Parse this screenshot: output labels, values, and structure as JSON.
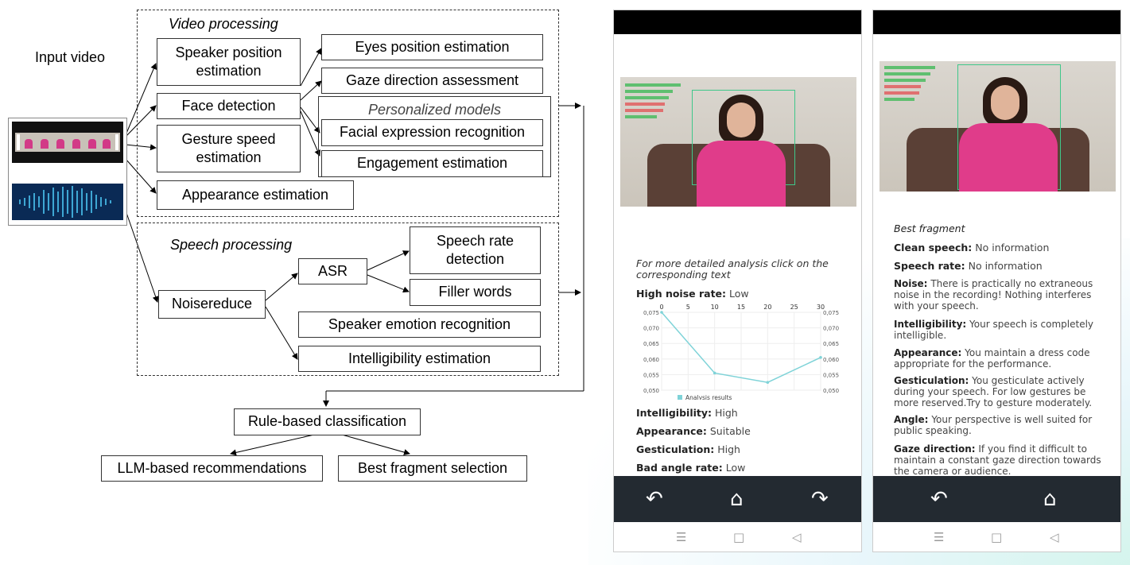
{
  "diagram": {
    "input_video_label": "Input video",
    "video_section": {
      "title": "Video processing",
      "speaker_position": "Speaker position estimation",
      "face_detection": "Face detection",
      "gesture_speed": "Gesture speed estimation",
      "appearance": "Appearance estimation",
      "eyes_position": "Eyes position estimation",
      "gaze_direction": "Gaze direction assessment",
      "personalized_models": "Personalized models",
      "facial_expression": "Facial expression recognition",
      "engagement": "Engagement estimation"
    },
    "speech_section": {
      "title": "Speech processing",
      "noisereduce": "Noisereduce",
      "asr": "ASR",
      "speech_rate": "Speech rate detection",
      "filler_words": "Filler words",
      "speaker_emotion": "Speaker emotion recognition",
      "intelligibility": "Intelligibility estimation"
    },
    "rule_based": "Rule-based classification",
    "llm_recommendations": "LLM-based recommendations",
    "best_fragment_selection": "Best fragment selection"
  },
  "phone1": {
    "prompt": "For more detailed analysis click on the corresponding text",
    "noise_label": "High noise rate:",
    "noise_value": "Low",
    "x_ticks": [
      "0",
      "5",
      "10",
      "15",
      "20",
      "25",
      "30"
    ],
    "y_ticks": [
      "0,075",
      "0,070",
      "0,065",
      "0,060",
      "0,055",
      "0,050"
    ],
    "legend": "Analysis results",
    "intelligibility_label": "Intelligibility:",
    "intelligibility_value": "High",
    "appearance_label": "Appearance:",
    "appearance_value": "Suitable",
    "gesticulation_label": "Gesticulation:",
    "gesticulation_value": "High",
    "angle_label": "Bad angle rate:",
    "angle_value": "Low",
    "nav_back": "↶",
    "nav_home": "⌂",
    "nav_forward": "↷"
  },
  "phone2": {
    "heading": "Best fragment",
    "clean_label": "Clean speech:",
    "clean_value": "No information",
    "rate_label": "Speech rate:",
    "rate_value": "No information",
    "noise_label": "Noise:",
    "noise_value": "There is practically no extraneous noise in the recording! Nothing interferes with your speech.",
    "intel_label": "Intelligibility:",
    "intel_value": "Your speech is completely intelligible.",
    "appearance_label": "Appearance:",
    "appearance_value": "You maintain a dress code appropriate for the performance.",
    "gest_label": "Gesticulation:",
    "gest_value": "You gesticulate actively during your speech. For low gestures be more reserved.Try to gesture moderately.",
    "angle_label": "Angle:",
    "angle_value": "Your perspective is well suited for public speaking.",
    "gaze_label": "Gaze direction:",
    "gaze_value": "If you find it difficult to maintain a constant gaze direction towards the camera or audience.",
    "nav_back": "↶",
    "nav_home": "⌂"
  },
  "chart_data": {
    "type": "line",
    "x": [
      0,
      10,
      20,
      30
    ],
    "series": [
      {
        "name": "Analysis results",
        "values": [
          0.075,
          0.0555,
          0.0525,
          0.0605
        ]
      }
    ],
    "xlim": [
      0,
      30
    ],
    "ylim": [
      0.05,
      0.075
    ],
    "x_ticks": [
      "0",
      "5",
      "10",
      "15",
      "20",
      "25",
      "30"
    ],
    "y_ticks": [
      "0,075",
      "0,070",
      "0,065",
      "0,060",
      "0,055",
      "0,050"
    ],
    "legend": "bottom",
    "color": "#7fd3d8"
  }
}
